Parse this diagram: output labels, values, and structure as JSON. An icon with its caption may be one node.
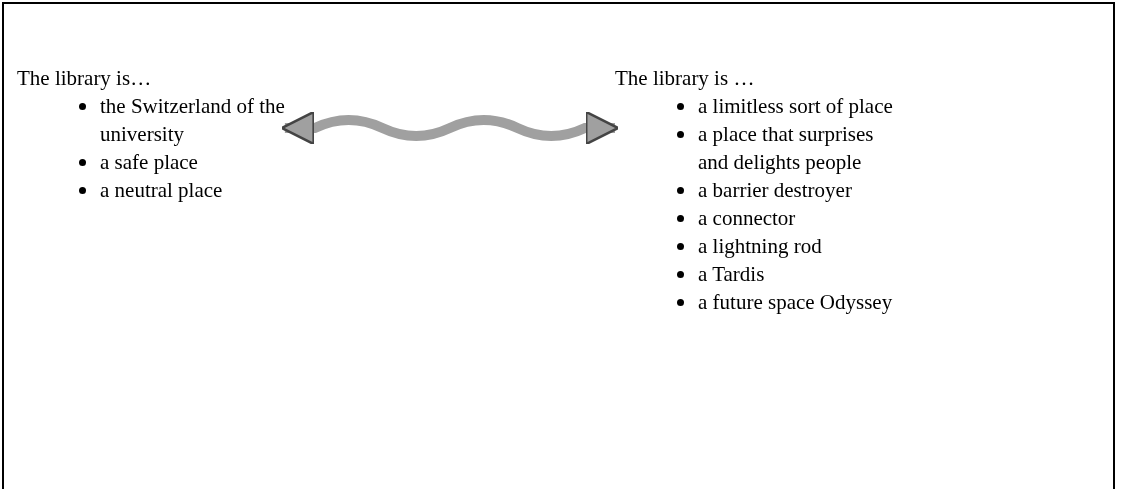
{
  "diagram": {
    "nodes": [
      {
        "text": [],
        "shape": "box"
      },
      {
        "text": [
          "The library is…",
          "the Switzerland of the university",
          "a safe place",
          "a neutral place"
        ],
        "in": 0
      },
      {
        "text": [
          "The library is …",
          "a limitless sort of place",
          "a place that surprises and delights people",
          "a barrier destroyer",
          "a connector",
          "a lightning rod",
          "a Tardis",
          "a future space Odyssey"
        ],
        "in": 0
      }
    ],
    "edges": [
      {
        "from": 1,
        "to": 2,
        "arrow": "both"
      }
    ]
  }
}
